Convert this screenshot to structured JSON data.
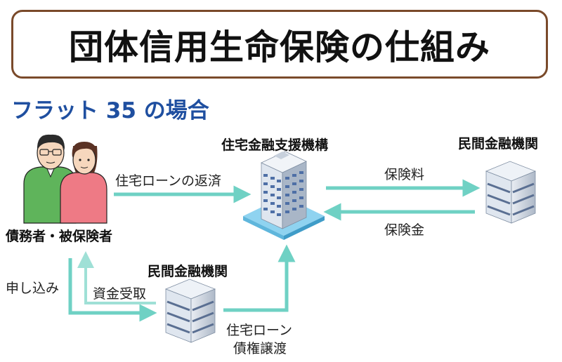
{
  "title": "団体信用生命保険の仕組み",
  "subtitle": "フラット 35 の場合",
  "nodes": {
    "borrower": "債務者・被保険者",
    "agency": "住宅金融支援機構",
    "lender_right": "民間金融機関",
    "lender_bottom": "民間金融機関"
  },
  "flows": {
    "repayment": "住宅ローンの返済",
    "premium": "保険料",
    "insurance_payout": "保険金",
    "application": "申し込み",
    "fund_receipt": "資金受取",
    "loan_transfer_line1": "住宅ローン",
    "loan_transfer_line2": "債権譲渡"
  },
  "colors": {
    "title_border": "#7a4a2a",
    "subtitle": "#1f4fa0",
    "arrow": "#6fd1c4"
  }
}
